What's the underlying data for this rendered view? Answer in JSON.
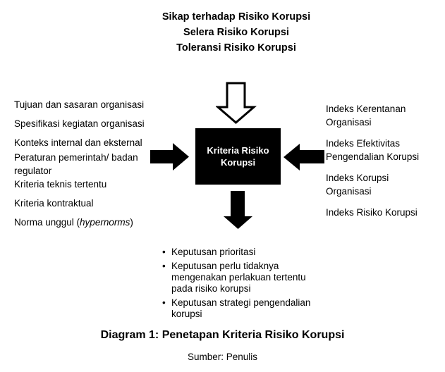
{
  "header": {
    "lines": [
      "Sikap terhadap Risiko Korupsi",
      "Selera Risiko Korupsi",
      "Toleransi Risiko Korupsi"
    ]
  },
  "left_panel": {
    "items": [
      "Tujuan dan sasaran organisasi",
      "Spesifikasi kegiatan organisasi",
      "Konteks internal dan eksternal",
      "Peraturan pemerintah/ badan regulator",
      "Kriteria teknis tertentu",
      "Kriteria kontraktual"
    ],
    "last_item": {
      "prefix": "Norma unggul (",
      "italic_word": "hypernorms",
      "suffix": ")"
    }
  },
  "right_panel": {
    "items": [
      "Indeks Kerentanan Organisasi",
      "Indeks Efektivitas Pengendalian Korupsi",
      "Indeks Korupsi Organisasi",
      "Indeks Risiko Korupsi"
    ]
  },
  "center_box": {
    "label": "Kriteria Risiko Korupsi"
  },
  "outputs": {
    "bullets": [
      "Keputusan prioritasi",
      "Keputusan perlu tidaknya mengenakan perlakuan tertentu pada risiko korupsi",
      "Keputusan strategi pengendalian korupsi"
    ]
  },
  "caption": {
    "title": "Diagram 1: Penetapan Kriteria Risiko Korupsi",
    "source": "Sumber: Penulis"
  },
  "colors": {
    "box_fill": "#000000",
    "box_text": "#ffffff",
    "arrow_fill": "#000000",
    "hollow_arrow_fill": "#ffffff",
    "background": "#ffffff",
    "text": "#000000"
  },
  "icons": {
    "top_arrow": "hollow-down-arrow-icon",
    "left_arrow": "solid-right-arrow-icon",
    "right_arrow": "solid-left-arrow-icon",
    "bottom_arrow": "solid-down-arrow-icon"
  }
}
